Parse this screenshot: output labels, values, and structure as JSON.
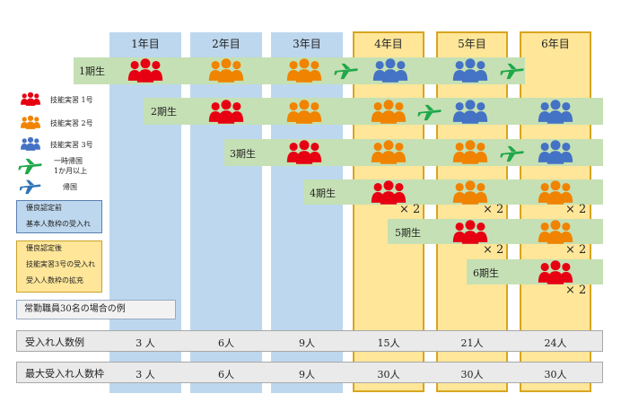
{
  "years": [
    "1年目",
    "2年目",
    "3年目",
    "4年目",
    "5年目",
    "6年目"
  ],
  "generations": [
    "1期生",
    "2期生",
    "3期生",
    "4期生",
    "5期生",
    "6期生"
  ],
  "times_label": "× 2",
  "legend": {
    "type1": "技能実習 1号",
    "type2": "技能実習 2号",
    "type3": "技能実習 3号",
    "temp_return_line1": "一時帰国",
    "temp_return_line2": "1か月以上",
    "return": "帰国"
  },
  "box_before": {
    "line1": "優良認定前",
    "line2": "基本人数枠の受入れ"
  },
  "box_after": {
    "line1": "優良認定後",
    "line2": "技能実習3号の受入れ",
    "line3": "受入人数枠の拡充"
  },
  "example_label": "常勤職員30名の場合の例",
  "rows": [
    {
      "label": "受入れ人数例",
      "values": [
        "3 人",
        "6人",
        "9人",
        "15人",
        "21人",
        "24人"
      ]
    },
    {
      "label": "最大受入れ人数枠",
      "values": [
        "3 人",
        "6人",
        "9人",
        "30人",
        "30人",
        "30人"
      ]
    }
  ],
  "colors": {
    "type1": "#e60012",
    "type2": "#f08300",
    "type3": "#4472c4",
    "plane_temp": "#1fa84a",
    "plane_return": "#2e75b6",
    "band": "#c5e0b4",
    "blue_col": "#bdd7ee",
    "yellow_col": "#ffe699"
  }
}
